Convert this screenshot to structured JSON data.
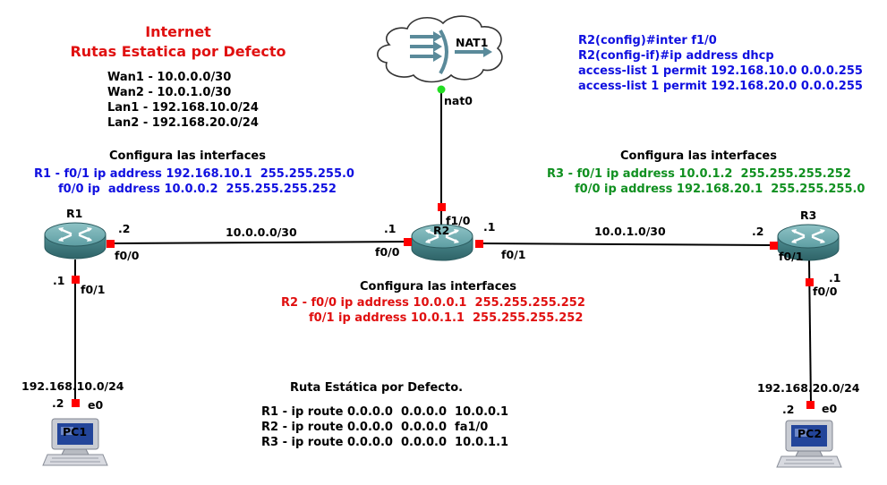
{
  "title": {
    "line1": "Internet",
    "line2": "Rutas Estatica por Defecto"
  },
  "networks": [
    "Wan1 - 10.0.0.0/30",
    "Wan2 - 10.0.1.0/30",
    "Lan1 - 192.168.10.0/24",
    "Lan2 - 192.168.20.0/24"
  ],
  "r1_config": {
    "heading": "Configura las interfaces",
    "line1": "R1 - f0/1 ip address 192.168.10.1  255.255.255.0",
    "line2": "f0/0 ip  address 10.0.0.2  255.255.255.252"
  },
  "r2_nat_config": [
    "R2(config)#inter f1/0",
    "R2(config-if)#ip address dhcp",
    "access-list 1 permit 192.168.10.0 0.0.0.255",
    "access-list 1 permit 192.168.20.0 0.0.0.255"
  ],
  "r3_config": {
    "heading": "Configura las interfaces",
    "line1": "R3 - f0/1 ip address 10.0.1.2  255.255.255.252",
    "line2": "f0/0 ip address 192.168.20.1  255.255.255.0"
  },
  "r2_config": {
    "heading": "Configura las interfaces",
    "line1": "R2 - f0/0 ip address 10.0.0.1  255.255.255.252",
    "line2": "f0/1 ip address 10.0.1.1  255.255.255.252"
  },
  "routes": {
    "heading": "Ruta Estática por Defecto.",
    "lines": [
      "R1 - ip route 0.0.0.0  0.0.0.0  10.0.0.1",
      "R2 - ip route 0.0.0.0  0.0.0.0  fa1/0",
      "R3 - ip route 0.0.0.0  0.0.0.0  10.0.1.1"
    ]
  },
  "nodes": {
    "nat": "NAT1",
    "r1": "R1",
    "r2": "R2",
    "r3": "R3",
    "pc1": "PC1",
    "pc2": "PC2"
  },
  "links": {
    "wan1": "10.0.0.0/30",
    "wan2": "10.0.1.0/30",
    "lan1": "192.168.10.0/24",
    "lan2": "192.168.20.0/24"
  },
  "ports": {
    "nat0": "nat0",
    "r2_f10": "f1/0",
    "r1_f00": "f0/0",
    "r1_f00_ip": ".2",
    "r1_f01": "f0/1",
    "r1_f01_ip": ".1",
    "r2_f00": "f0/0",
    "r2_f00_ip": ".1",
    "r2_f01": "f0/1",
    "r2_f01_ip": ".1",
    "r3_f01": "f0/1",
    "r3_f01_ip": ".2",
    "r3_f00": "f0/0",
    "r3_f00_ip": ".1",
    "pc1_e0": "e0",
    "pc1_ip": ".2",
    "pc2_e0": "e0",
    "pc2_ip": ".2"
  },
  "colors": {
    "title": "#e01010",
    "r1_r2_text": "#1010e0",
    "r3_text": "#109020",
    "r2_text": "#e01010",
    "port": "#ff0000",
    "nat_port": "#22dd22",
    "router": "#4f8d92"
  }
}
